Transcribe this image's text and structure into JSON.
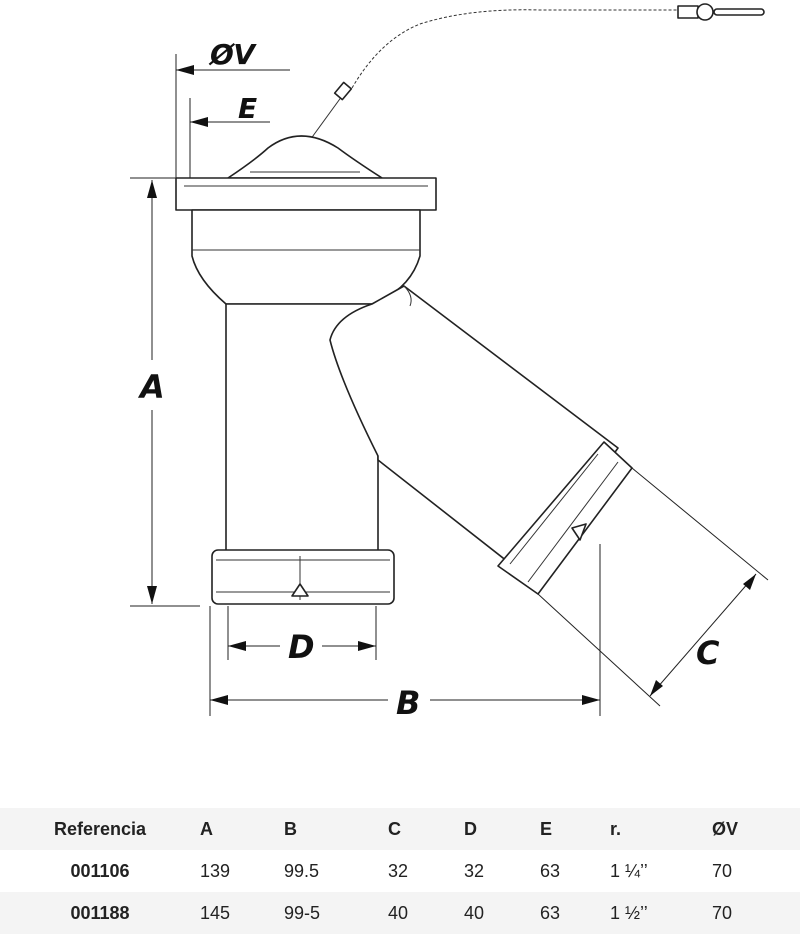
{
  "dimensions": {
    "ov": "ØV",
    "e": "E",
    "a": "A",
    "d": "D",
    "b": "B",
    "c": "C"
  },
  "table": {
    "headers": [
      "Referencia",
      "A",
      "B",
      "C",
      "D",
      "E",
      "r.",
      "ØV"
    ],
    "rows": [
      [
        "001106",
        "139",
        "99.5",
        "32",
        "32",
        "63",
        "1 ¼’’",
        "70"
      ],
      [
        "001188",
        "145",
        "99-5",
        "40",
        "40",
        "63",
        "1 ½’’",
        "70"
      ]
    ]
  }
}
